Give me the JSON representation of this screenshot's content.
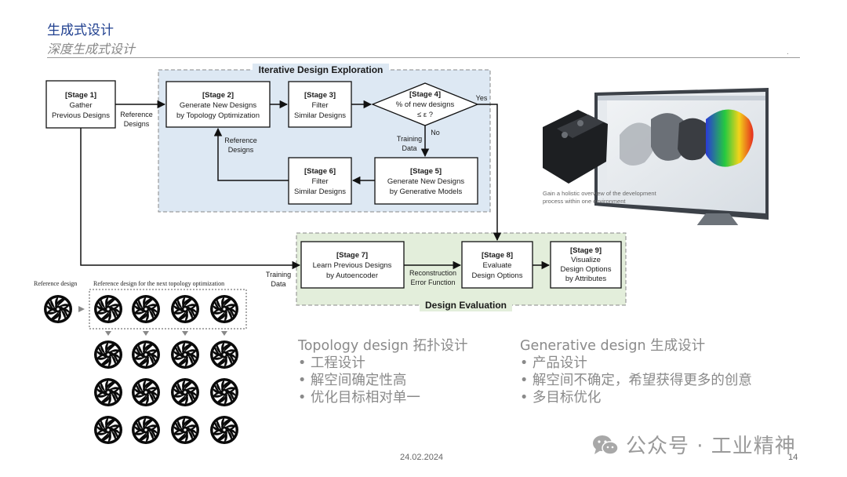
{
  "header": {
    "title": "生成式设计",
    "subtitle": "深度生成式设计"
  },
  "diagram": {
    "iterative_title": "Iterative Design Exploration",
    "evaluation_title": "Design Evaluation",
    "stages": {
      "s1": {
        "title": "[Stage 1]",
        "line1": "Gather",
        "line2": "Previous Designs"
      },
      "s2": {
        "title": "[Stage 2]",
        "line1": "Generate New Designs",
        "line2": "by Topology Optimization"
      },
      "s3": {
        "title": "[Stage 3]",
        "line1": "Filter",
        "line2": "Similar Designs"
      },
      "s4": {
        "title": "[Stage 4]",
        "line1": "% of new designs",
        "line2": "≤ ε ?"
      },
      "s5": {
        "title": "[Stage 5]",
        "line1": "Generate New Designs",
        "line2": "by Generative Models"
      },
      "s6": {
        "title": "[Stage 6]",
        "line1": "Filter",
        "line2": "Similar Designs"
      },
      "s7": {
        "title": "[Stage 7]",
        "line1": "Learn Previous Designs",
        "line2": "by Autoencoder"
      },
      "s8": {
        "title": "[Stage 8]",
        "line1": "Evaluate",
        "line2": "Design Options"
      },
      "s9": {
        "title": "[Stage 9]",
        "line1": "Visualize",
        "line2": "Design Options",
        "line3": "by Attributes"
      }
    },
    "labels": {
      "ref_designs_1a": "Reference",
      "ref_designs_1b": "Designs",
      "ref_designs_2a": "Reference",
      "ref_designs_2b": "Designs",
      "yes": "Yes",
      "no": "No",
      "training_data_1a": "Training",
      "training_data_1b": "Data",
      "training_data_2a": "Training",
      "training_data_2b": "Data",
      "recon_a": "Reconstruction",
      "recon_b": "Error Function"
    }
  },
  "wheels": {
    "reference_label": "Reference design",
    "next_label": "Reference design for the next topology optimization"
  },
  "cad_image": {
    "caption_line1": "Gain a holistic overview of the development",
    "caption_line2": "process within one environment"
  },
  "topology": {
    "heading": "Topology design 拓扑设计",
    "items": [
      "工程设计",
      "解空间确定性高",
      "优化目标相对单一"
    ]
  },
  "generative": {
    "heading": "Generative design 生成设计",
    "items": [
      "产品设计",
      "解空间不确定，希望获得更多的创意",
      "多目标优化"
    ]
  },
  "footer": {
    "date": "24.02.2024",
    "page": "14",
    "watermark": "公众号 · 工业精神",
    "watermark_icon": "wechat-icon"
  },
  "colors": {
    "title": "#1f3f8f",
    "iterative_bg": "#dde8f3",
    "evaluation_bg": "#e3eedb",
    "body_gray": "#8a8a8a"
  }
}
